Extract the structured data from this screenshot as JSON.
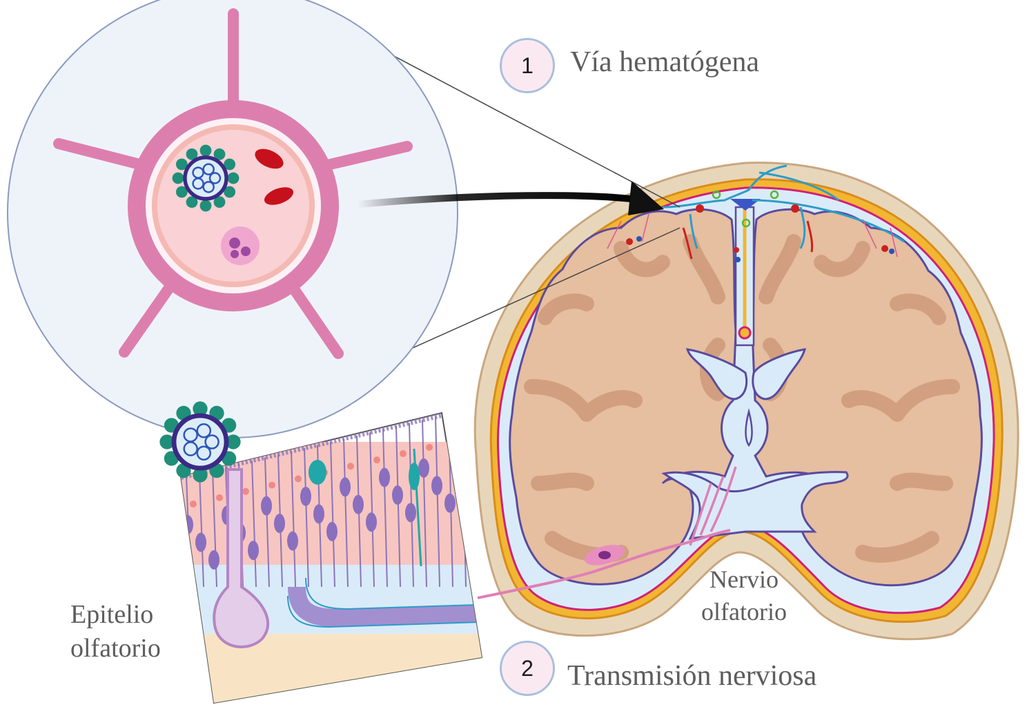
{
  "figure": {
    "title": "Vías de neuroinvasión viral",
    "steps": [
      {
        "number": "1",
        "label": "Vía hematógena"
      },
      {
        "number": "2",
        "label": "Transmisión nerviosa"
      }
    ],
    "annotations": {
      "olfactory_epithelium": [
        "Epitelio",
        "olfatorio"
      ],
      "olfactory_nerve": [
        "Nervio",
        "olfatorio"
      ]
    },
    "panels": [
      {
        "id": "magnified-capillary",
        "depicts": "Capilar con virus, eritrocitos y leucocito rodeado por astrocitos"
      },
      {
        "id": "olfactory-epithelium-inset",
        "depicts": "Epitelio olfatorio con neuronas receptoras y glándula"
      },
      {
        "id": "brain-coronal-section",
        "depicts": "Corte coronal del cerebro con meninges y ventrículos"
      }
    ],
    "colors": {
      "badge_fill": "#fbe9f2",
      "badge_border": "#a9bfdc",
      "label_text": "#5d5d5d",
      "brain_tissue": "#e6bea0",
      "brain_cortex": "#cf9c7c",
      "csf": "#d9ebf8",
      "membrane_purple": "#5a4a9e",
      "dura_yellow": "#f2b632",
      "pia_magenta": "#d0207a",
      "skull": "#e8d6bb",
      "capillary_pink": "#dd7fae",
      "virus_spike": "#1f8f7a",
      "virus_envelope": "#3b2a85",
      "rbc_red": "#c6111c",
      "zoom_circle_bg": "#eef3fa"
    }
  }
}
